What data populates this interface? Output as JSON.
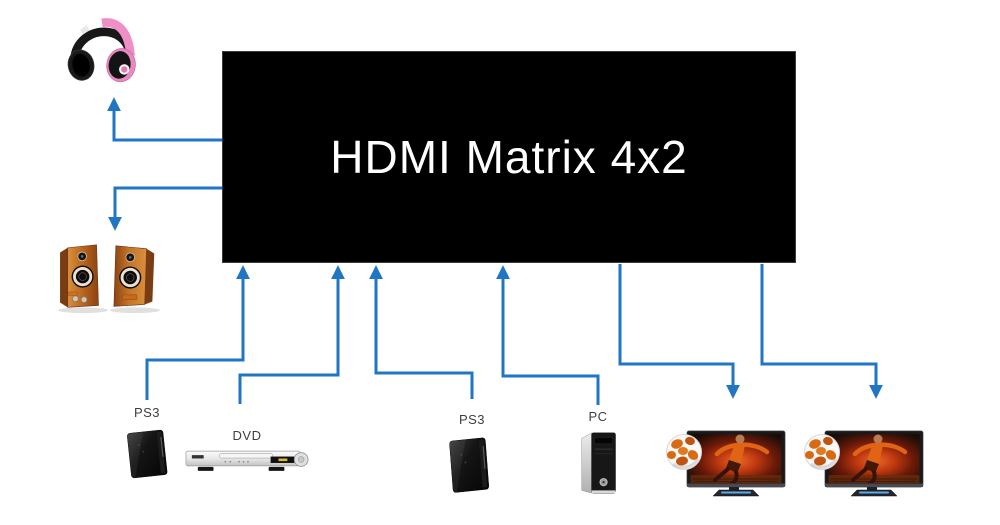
{
  "diagram": {
    "title": "HDMI Matrix 4x2",
    "inputs": [
      {
        "label": "PS3",
        "device": "ps3-console"
      },
      {
        "label": "DVD",
        "device": "dvd-player"
      },
      {
        "label": "PS3",
        "device": "ps3-console"
      },
      {
        "label": "PC",
        "device": "pc-tower"
      }
    ],
    "video_outputs": [
      {
        "device": "3d-tv-soccer"
      },
      {
        "device": "3d-tv-soccer"
      }
    ],
    "audio_outputs": [
      {
        "device": "pink-headphones"
      },
      {
        "device": "wooden-speakers"
      }
    ]
  },
  "colors": {
    "background": "#ffffff",
    "connector": "#2176c4",
    "matrix_fill": "#000000",
    "matrix_text": "#ffffff",
    "label_text": "#3f3f3f"
  }
}
